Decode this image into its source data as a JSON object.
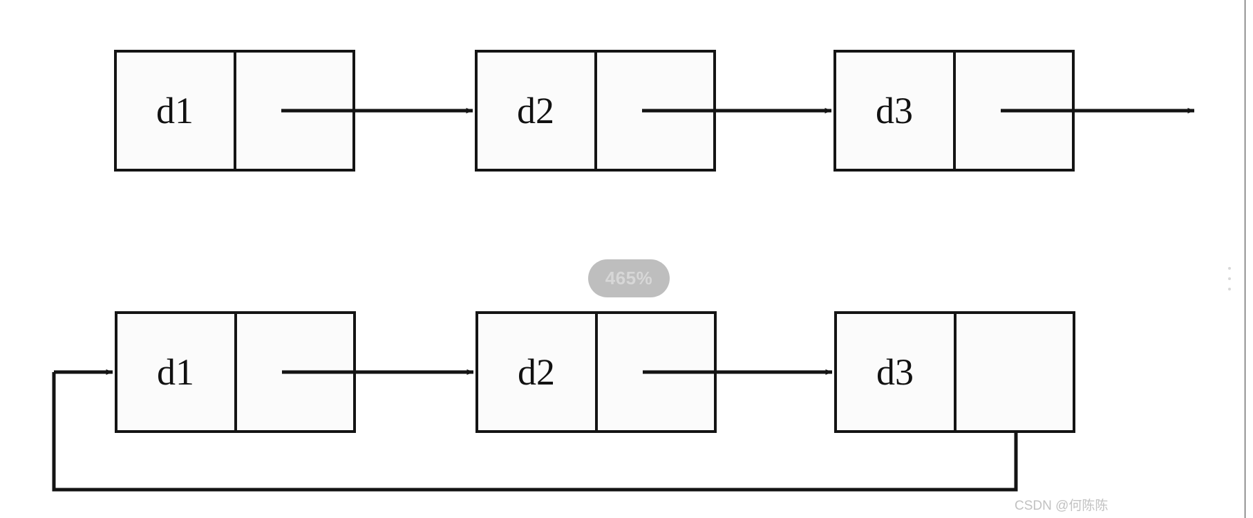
{
  "figure": {
    "title_absent": true,
    "background_color": "#ffffff",
    "stroke_color": "#1a1a1a",
    "rows": [
      {
        "id": "singly-linked-list",
        "nodes": [
          {
            "label": "d1"
          },
          {
            "label": "d2"
          },
          {
            "label": "d3"
          }
        ],
        "tail_arrow": "dangling-right-arrow",
        "circular": false
      },
      {
        "id": "circular-linked-list",
        "nodes": [
          {
            "label": "d1"
          },
          {
            "label": "d2"
          },
          {
            "label": "d3"
          }
        ],
        "tail_arrow": "loop-back-to-head",
        "circular": true
      }
    ]
  },
  "zoom_badge": {
    "value": "465%",
    "pill_color": "#bebebe",
    "text_color": "#d7d7d7"
  },
  "scroll_indicator": {
    "icon": "vertical-ellipsis-icon",
    "dots": 3
  },
  "watermark": {
    "text": "CSDN @何陈陈",
    "color": "#c2c2c2"
  }
}
